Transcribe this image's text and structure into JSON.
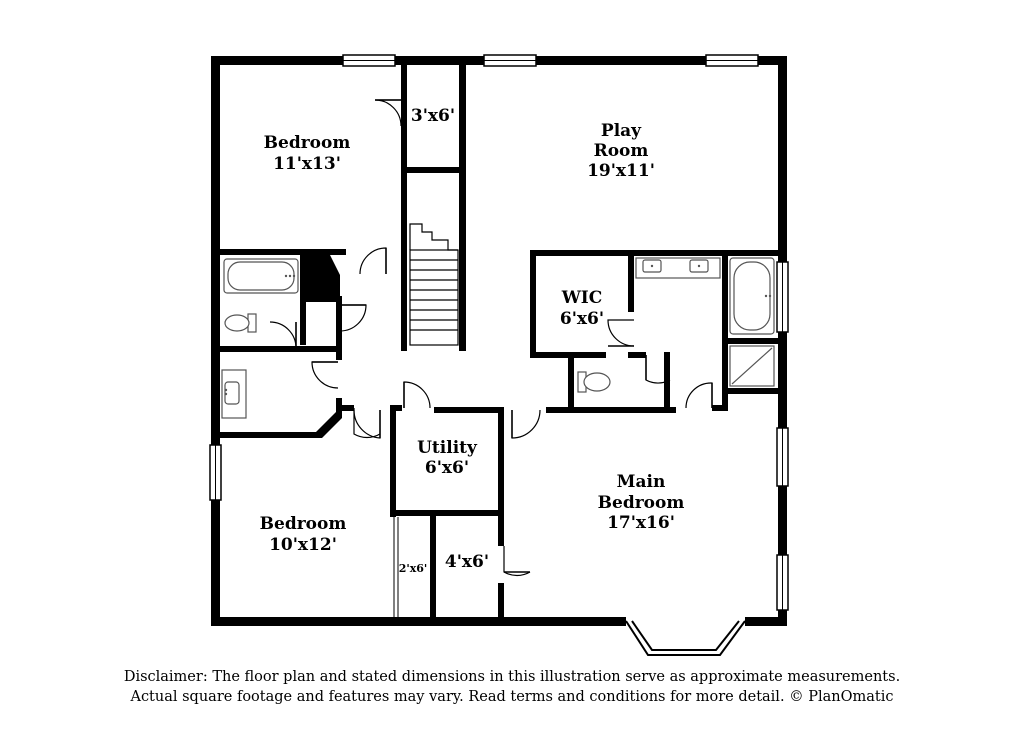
{
  "colors": {
    "wall": "#000000",
    "fixture": "#555555",
    "background": "#ffffff"
  },
  "rooms": [
    {
      "id": "bedroom-nw",
      "name": "Bedroom",
      "dims": "11'x13'"
    },
    {
      "id": "closet-3x6",
      "name": "",
      "dims": "3'x6'"
    },
    {
      "id": "play-room",
      "name_line1": "Play",
      "name_line2": "Room",
      "dims": "19'x11'"
    },
    {
      "id": "wic",
      "name": "WIC",
      "dims": "6'x6'"
    },
    {
      "id": "utility",
      "name": "Utility",
      "dims": "6'x6'"
    },
    {
      "id": "main-bedroom",
      "name_line1": "Main",
      "name_line2": "Bedroom",
      "dims": "17'x16'"
    },
    {
      "id": "bedroom-sw",
      "name": "Bedroom",
      "dims": "10'x12'"
    },
    {
      "id": "closet-4x6",
      "name": "",
      "dims": "4'x6'"
    },
    {
      "id": "closet-2x6",
      "name": "",
      "dims": "2'x6'"
    }
  ],
  "disclaimer": {
    "line1": "Disclaimer: The floor plan and stated dimensions in this illustration serve as approximate measurements.",
    "line2": "Actual square footage and features may vary. Read terms and conditions for more detail. © PlanOmatic"
  }
}
